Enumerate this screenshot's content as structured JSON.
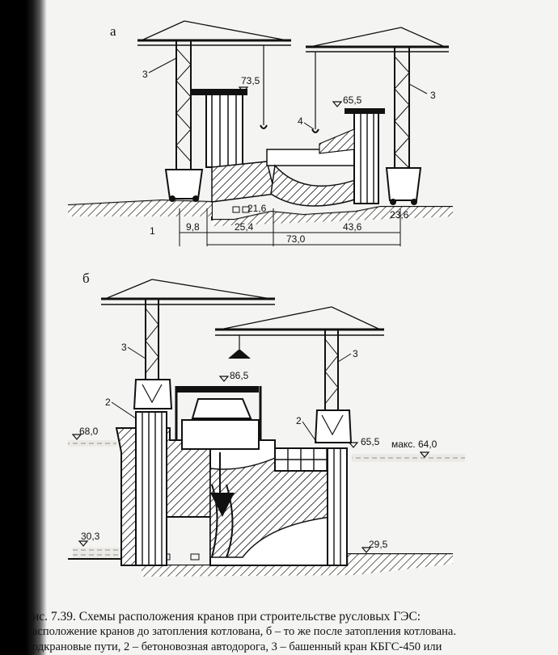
{
  "figure_a": {
    "panel_label": "а",
    "elevations": {
      "top_left": "73,5",
      "top_right": "65,5",
      "floor": "21,6",
      "floor_right": "23,6"
    },
    "callouts": {
      "crane_left": "3",
      "crane_right": "3",
      "hook": "4",
      "ground_left": "1"
    },
    "dimensions": {
      "d1": "9,8",
      "d2": "25,4",
      "d3": "73,0",
      "d4": "43,6"
    }
  },
  "figure_b": {
    "panel_label": "б",
    "elevations": {
      "hook_level": "86,5",
      "left_water": "68,0",
      "right_deck": "65,5",
      "max_label": "макс. 64,0",
      "left_bottom": "30,3",
      "right_bottom": "29,5"
    },
    "callouts": {
      "crane_left": "3",
      "crane_right": "3",
      "road_left": "2",
      "road_right": "2"
    }
  },
  "caption": {
    "line1": "ис. 7.39. Схемы расположения кранов при строительстве русловых ГЭС:",
    "line2": "асположение кранов до затопления котлована, б – то же после затопления котлована.",
    "line3": "одкрановые пути, 2 – бетоновозная автодорога, 3 – башенный кран КБГС-450 или"
  }
}
